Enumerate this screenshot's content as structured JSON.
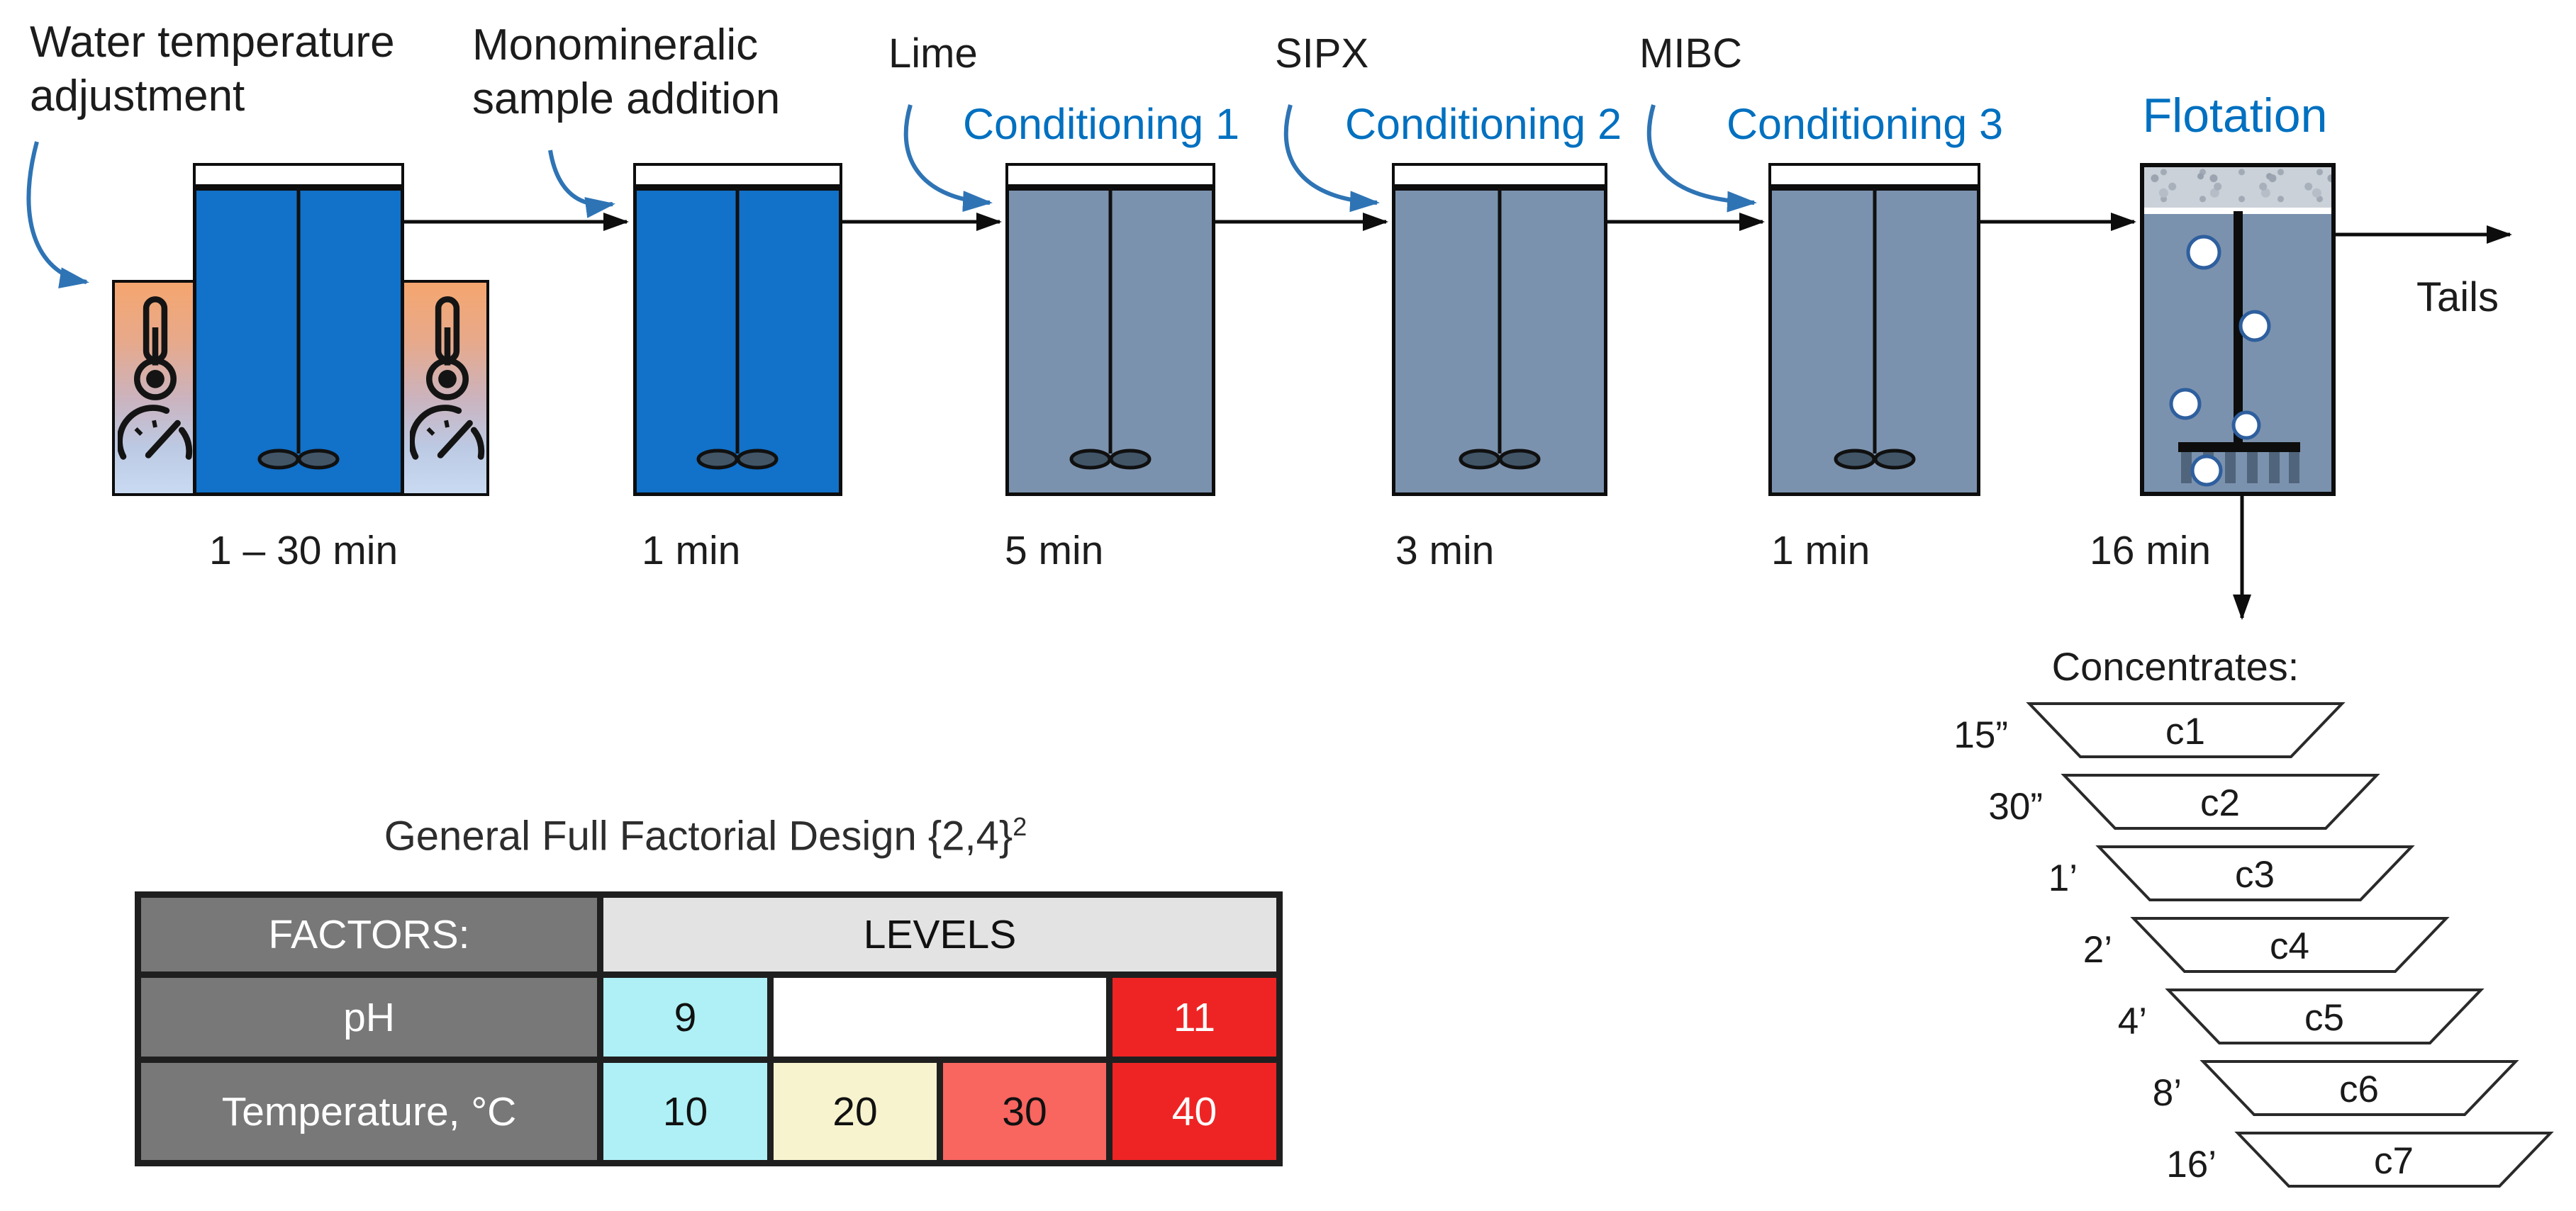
{
  "flow": {
    "annotation_water": "Water temperature\nadjustment",
    "annotation_sample": "Monomineralic\nsample addition",
    "reagents": [
      "Lime",
      "SIPX",
      "MIBC"
    ],
    "headings": [
      "Conditioning 1",
      "Conditioning 2",
      "Conditioning 3"
    ],
    "flotation_heading": "Flotation",
    "times": [
      "1 – 30 min",
      "1 min",
      "5 min",
      "3 min",
      "1 min",
      "16 min"
    ],
    "tails": "Tails"
  },
  "concentrates": {
    "title": "Concentrates:",
    "items": [
      {
        "time": "15”",
        "label": "c1"
      },
      {
        "time": "30”",
        "label": "c2"
      },
      {
        "time": "1’",
        "label": "c3"
      },
      {
        "time": "2’",
        "label": "c4"
      },
      {
        "time": "4’",
        "label": "c5"
      },
      {
        "time": "8’",
        "label": "c6"
      },
      {
        "time": "16’",
        "label": "c7"
      }
    ]
  },
  "design_table": {
    "title": "General Full Factorial Design {2,4}",
    "title_sup": "2",
    "factors_header": "FACTORS:",
    "levels_header": "LEVELS",
    "rows": [
      {
        "factor": "pH",
        "values": [
          "9",
          "",
          "11"
        ]
      },
      {
        "factor": "Temperature, °C",
        "values": [
          "10",
          "20",
          "30",
          "40"
        ]
      }
    ]
  },
  "icons": {
    "thermometer": "thermometer-icon",
    "gauge": "gauge-icon"
  },
  "colors": {
    "heading_blue": "#0070C0",
    "curved_arrow_blue": "#2E74B5",
    "tank_blue": "#1271C8",
    "tank_gray_blue": "#7B92AE",
    "froth_gray": "#CBD1D8",
    "bath_warm_top": "#F5A66F",
    "bath_cool_bottom": "#C9DAF2",
    "bubble_stroke": "#2E5F9E",
    "sparger_teeth": "#50657B",
    "cell_cyan": "#AEF0F5",
    "cell_yellow": "#F8F3CF",
    "cell_salmon": "#F9655F",
    "cell_red": "#EE2424",
    "header_dark_gray": "#787878",
    "header_light_gray": "#E3E3E3",
    "table_border": "#1F1F1F"
  }
}
